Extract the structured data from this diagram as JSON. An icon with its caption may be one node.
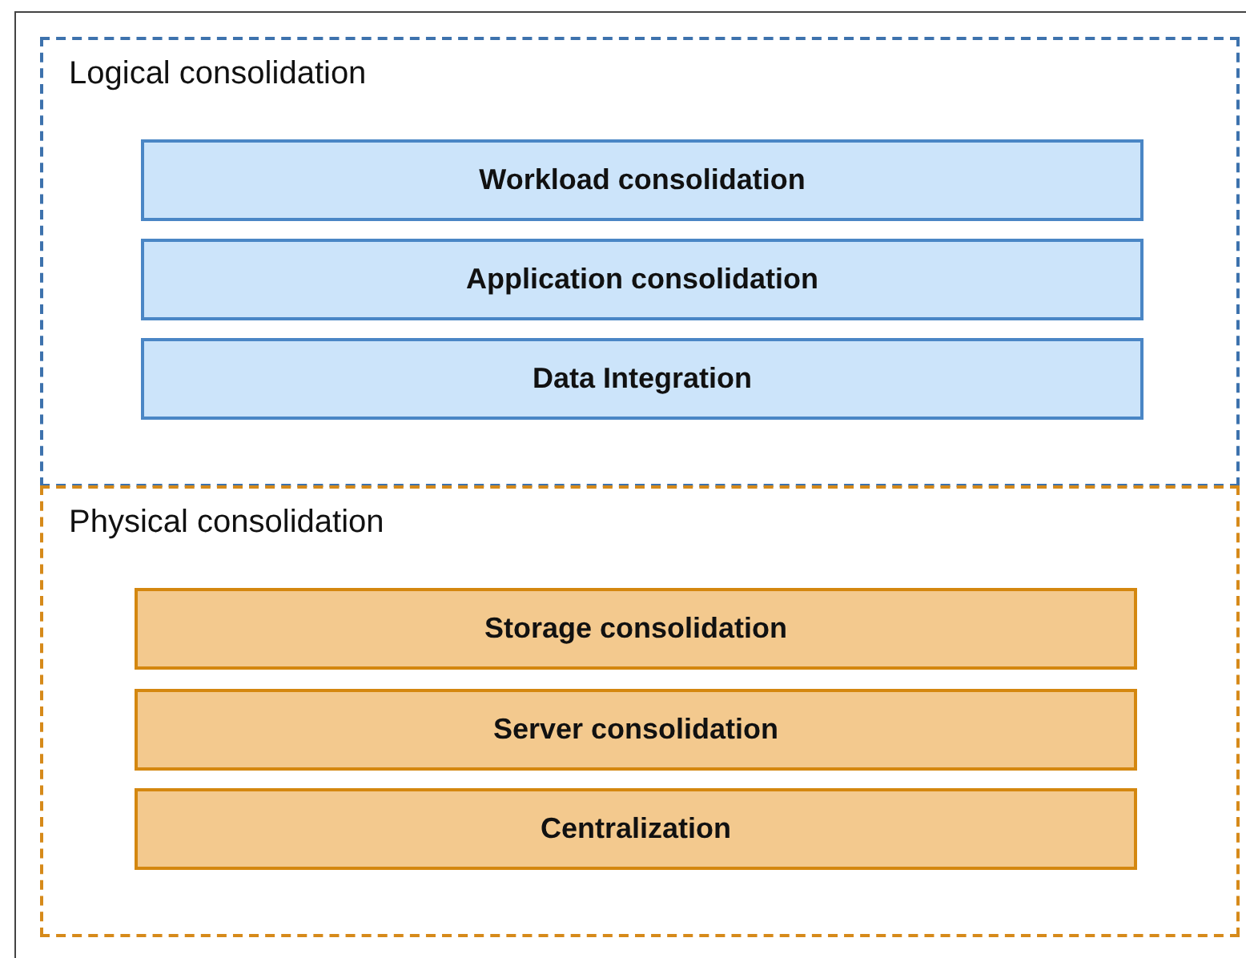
{
  "diagram": {
    "nodes": [
      {
        "text": [
          "Logical consolidation"
        ]
      },
      {
        "text": [
          "Workload consolidation"
        ],
        "in": 0
      },
      {
        "text": [
          "Application consolidation"
        ],
        "in": 0
      },
      {
        "text": [
          "Data Integration"
        ],
        "in": 0
      },
      {
        "text": [
          "Physical consolidation"
        ]
      },
      {
        "text": [
          "Storage consolidation"
        ],
        "in": 4
      },
      {
        "text": [
          "Server consolidation"
        ],
        "in": 4
      },
      {
        "text": [
          "Centralization"
        ],
        "in": 4
      }
    ]
  }
}
